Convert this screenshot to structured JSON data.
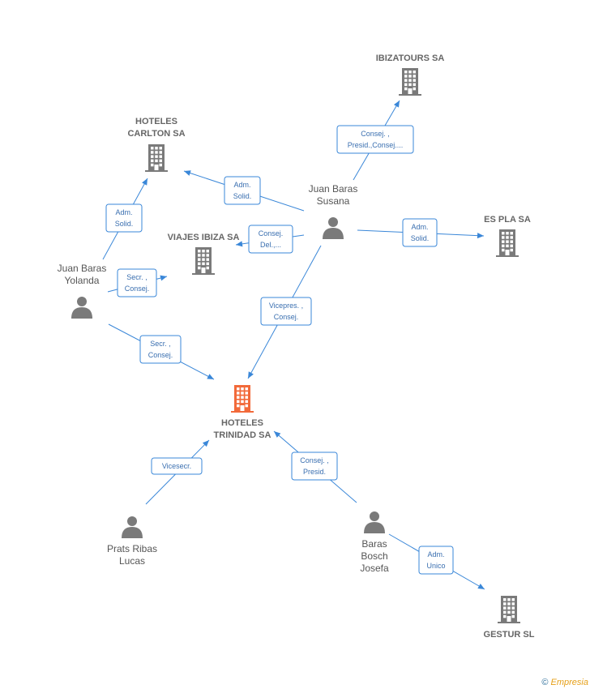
{
  "nodes": {
    "companies": [
      {
        "id": "ibizatours",
        "lines": [
          "IBIZATOURS SA"
        ],
        "main": false
      },
      {
        "id": "carlton",
        "lines": [
          "HOTELES",
          "CARLTON SA"
        ],
        "main": false
      },
      {
        "id": "viajes",
        "lines": [
          "VIAJES IBIZA SA"
        ],
        "main": false
      },
      {
        "id": "espla",
        "lines": [
          "ES PLA SA"
        ],
        "main": false
      },
      {
        "id": "trinidad",
        "lines": [
          "HOTELES",
          "TRINIDAD SA"
        ],
        "main": true
      },
      {
        "id": "gestur",
        "lines": [
          "GESTUR SL"
        ],
        "main": false
      }
    ],
    "persons": [
      {
        "id": "susana",
        "lines": [
          "Juan Baras",
          "Susana"
        ]
      },
      {
        "id": "yolanda",
        "lines": [
          "Juan Baras",
          "Yolanda"
        ]
      },
      {
        "id": "lucas",
        "lines": [
          "Prats Ribas",
          "Lucas"
        ]
      },
      {
        "id": "josefa",
        "lines": [
          "Baras",
          "Bosch",
          "Josefa"
        ]
      }
    ]
  },
  "edges": [
    {
      "id": "susana-ibizatours",
      "label": [
        "Consej. ,",
        "Presid.,Consej...."
      ]
    },
    {
      "id": "susana-carlton",
      "label": [
        "Adm.",
        "Solid."
      ]
    },
    {
      "id": "susana-viajes",
      "label": [
        "Consej.",
        "Del.,..."
      ]
    },
    {
      "id": "susana-espla",
      "label": [
        "Adm.",
        "Solid."
      ]
    },
    {
      "id": "susana-trinidad",
      "label": [
        "Vicepres. ,",
        "Consej."
      ]
    },
    {
      "id": "yolanda-carlton",
      "label": [
        "Adm.",
        "Solid."
      ]
    },
    {
      "id": "yolanda-viajes",
      "label": [
        "Secr. ,",
        "Consej."
      ]
    },
    {
      "id": "yolanda-trinidad",
      "label": [
        "Secr. ,",
        "Consej."
      ]
    },
    {
      "id": "lucas-trinidad",
      "label": [
        "Vicesecr."
      ]
    },
    {
      "id": "josefa-trinidad",
      "label": [
        "Consej. ,",
        "Presid."
      ]
    },
    {
      "id": "josefa-gestur",
      "label": [
        "Adm.",
        "Unico"
      ]
    }
  ],
  "watermark": {
    "symbol": "©",
    "brand": "Empresia"
  },
  "colors": {
    "edge": "#3a87d8",
    "company": "#7a7a7a",
    "main_company": "#f26a3a",
    "person": "#7a7a7a"
  }
}
